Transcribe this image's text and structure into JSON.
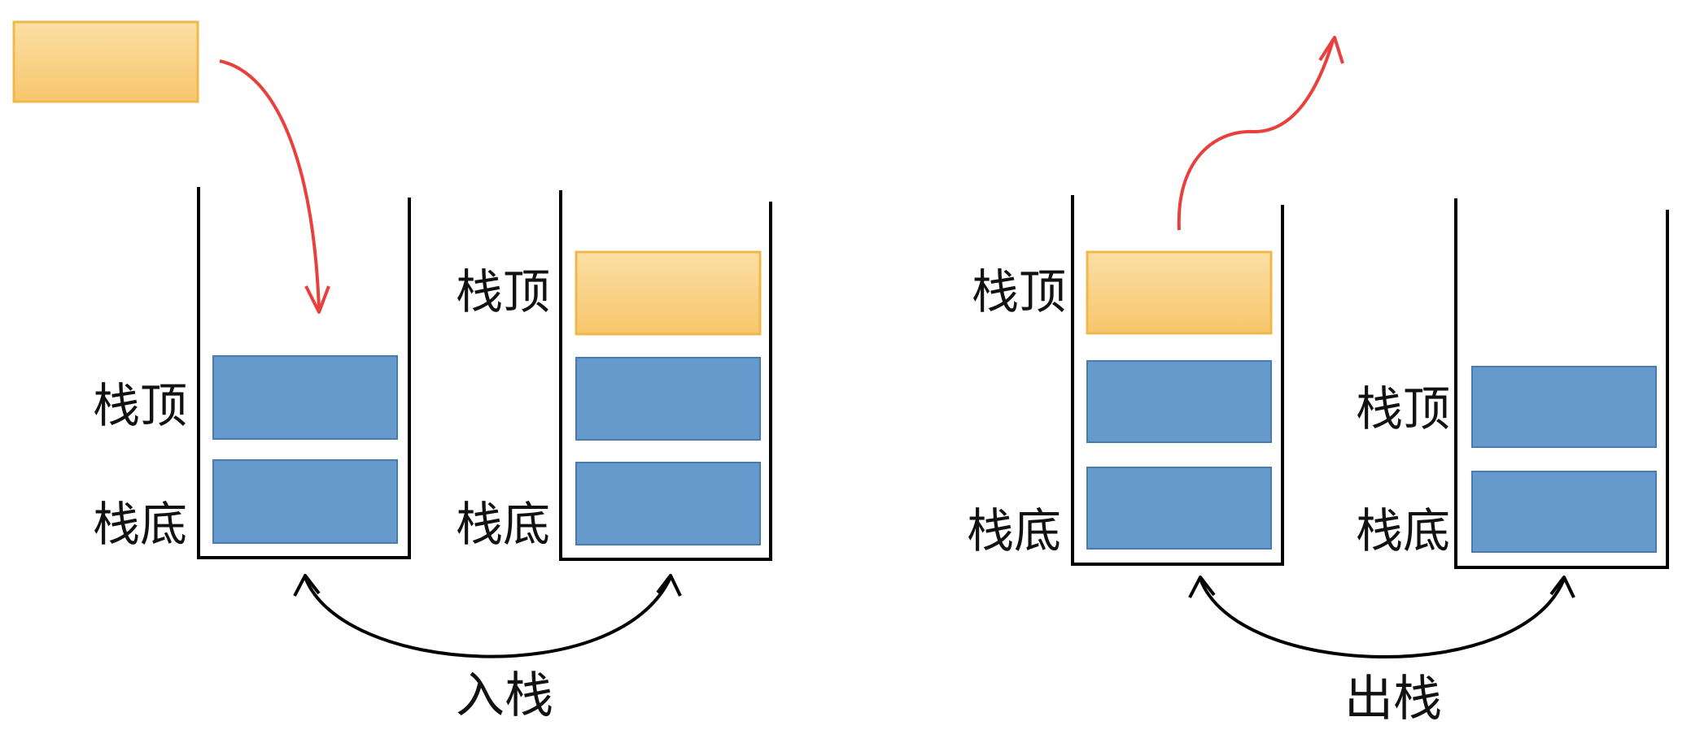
{
  "labels": {
    "top": "栈顶",
    "bottom": "栈底"
  },
  "captions": {
    "push": "入栈",
    "pop": "出栈"
  },
  "stacks": [
    {
      "id": "push-before",
      "items": [
        "blue",
        "blue"
      ],
      "top_label": "栈顶",
      "bottom_label": "栈底"
    },
    {
      "id": "push-after",
      "items": [
        "orange",
        "blue",
        "blue"
      ],
      "top_label": "栈顶",
      "bottom_label": "栈底"
    },
    {
      "id": "pop-before",
      "items": [
        "orange",
        "blue",
        "blue"
      ],
      "top_label": "栈顶",
      "bottom_label": "栈底"
    },
    {
      "id": "pop-after",
      "items": [
        "blue",
        "blue"
      ],
      "top_label": "栈顶",
      "bottom_label": "栈底"
    }
  ],
  "colors": {
    "blue_fill": "#6699cc",
    "blue_stroke": "#4a7bb0",
    "orange_fill_top": "#fbdfa4",
    "orange_fill_bottom": "#f7c66c",
    "orange_stroke": "#f0b84c",
    "red_arrow": "#e8413d",
    "black": "#000000"
  }
}
